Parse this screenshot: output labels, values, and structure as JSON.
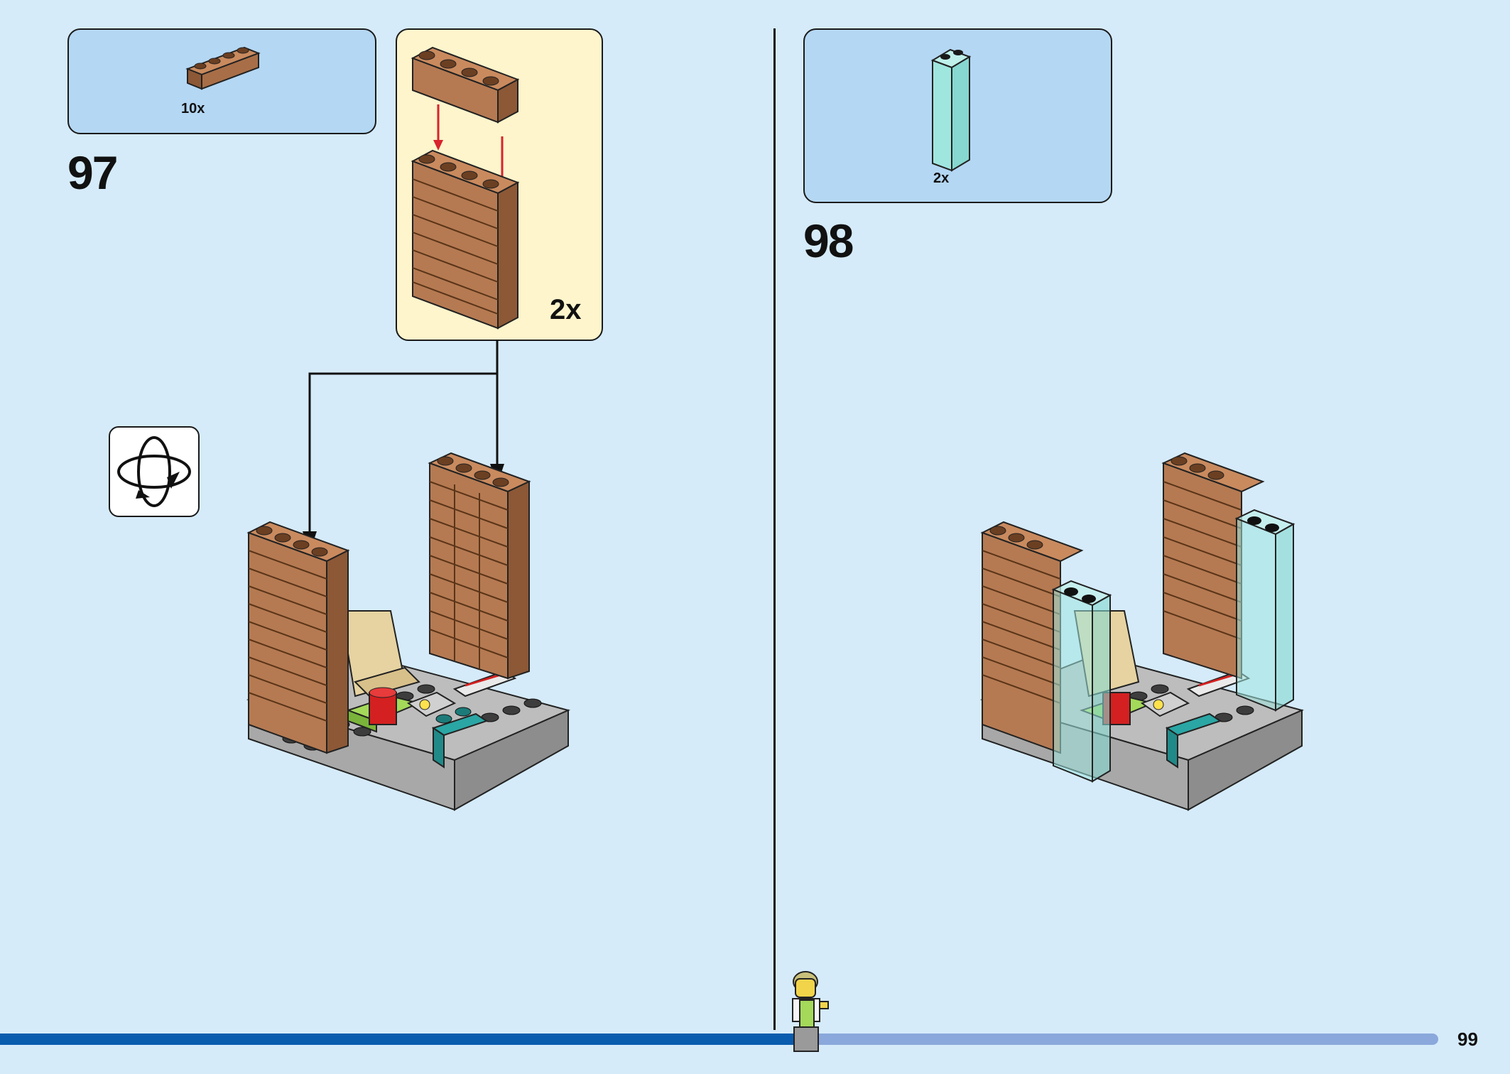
{
  "steps": [
    {
      "number": "97",
      "parts": [
        {
          "name": "brick-1x4-brown",
          "quantity": "10x"
        }
      ],
      "subassembly": {
        "quantity": "2x"
      },
      "rotate_icon": "rotate-model-icon"
    },
    {
      "number": "98",
      "parts": [
        {
          "name": "transparent-panel-1x2x5",
          "quantity": "2x"
        }
      ]
    }
  ],
  "page": {
    "number": "99"
  },
  "colors": {
    "background": "#d5ebfa",
    "parts_box": "#b4d7f3",
    "subassembly_box": "#fef5cc",
    "brick_brown": "#b57a52",
    "transparent_panel": "#9fe6df",
    "baseplate_gray": "#a8a8a8",
    "progress_bar_done": "#0a5cae",
    "progress_bar_remaining": "#8aa8db"
  },
  "progress": {
    "fraction": 0.56
  }
}
